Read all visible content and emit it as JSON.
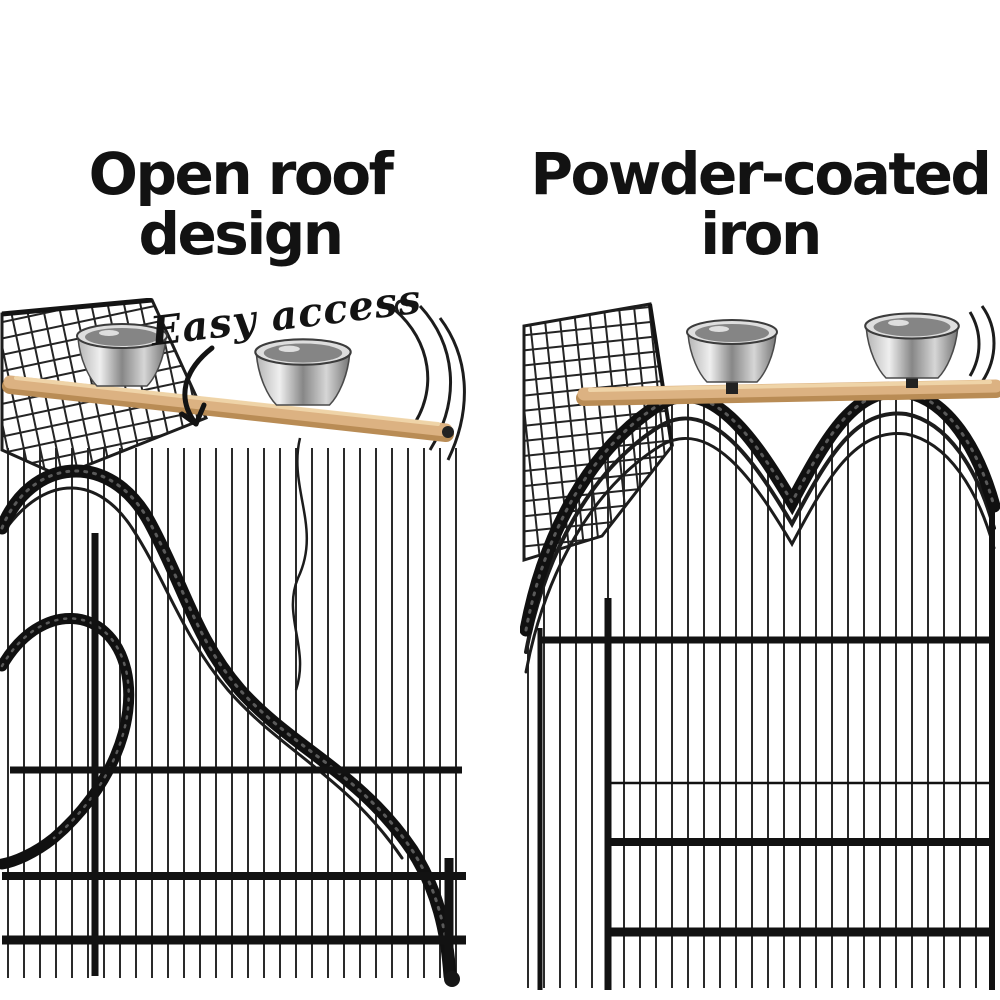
{
  "left_panel": {
    "heading_line1": "Open roof",
    "heading_line2": "design",
    "annotation": "Easy access",
    "photo_alt": "Black wire bird cage with open roof, two stainless steel bowls and a wooden perch"
  },
  "right_panel": {
    "heading_line1": "Powder-coated",
    "heading_line2": "iron",
    "photo_alt": "Powder-coated iron bird cage top with scalloped roof, two stainless steel bowls and a wooden perch"
  },
  "colors": {
    "background": "#ffffff",
    "heading_text": "#121212",
    "cage_iron": "#141414",
    "wire": "#262626",
    "bowl_steel": "#c0c0c0",
    "perch_wood": "#d9ae7c"
  }
}
